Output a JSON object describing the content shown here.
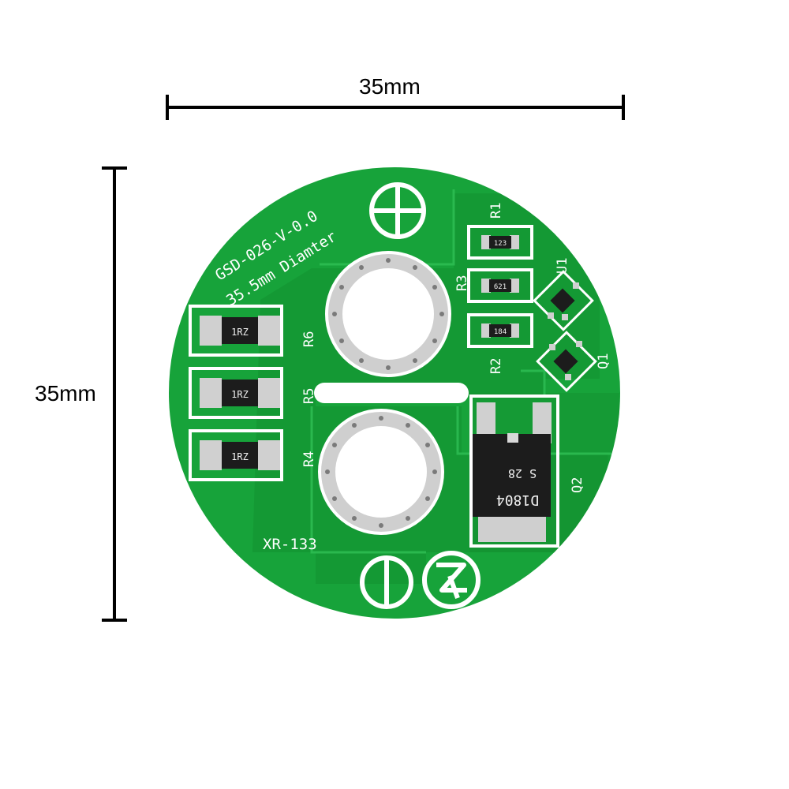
{
  "dimensions": {
    "width_label": "35mm",
    "height_label": "35mm"
  },
  "board": {
    "title_line1": "GSD-026-V-0.0",
    "title_line2": "35.5mm Diamter",
    "model": "XR-133",
    "colors": {
      "pcb": "#17a33a",
      "trace": "#13912f",
      "silk": "#ffffff",
      "pad": "#c8c8c8"
    }
  },
  "labels": {
    "r1": "R1",
    "r2": "R2",
    "r3": "R3",
    "r4": "R4",
    "r5": "R5",
    "r6": "R6",
    "u1": "U1",
    "q1": "Q1",
    "q2": "Q2"
  },
  "components": {
    "r1_code": "123",
    "r3_code": "621",
    "r2_code": "184",
    "r6_code": "1RZ",
    "r5_code": "1RZ",
    "r4_code": "1RZ",
    "q2_code1": "D1804",
    "q2_code2": "S 28"
  },
  "icons": [
    "plus-terminal-icon",
    "minus-terminal-icon",
    "manufacturer-logo-icon"
  ]
}
